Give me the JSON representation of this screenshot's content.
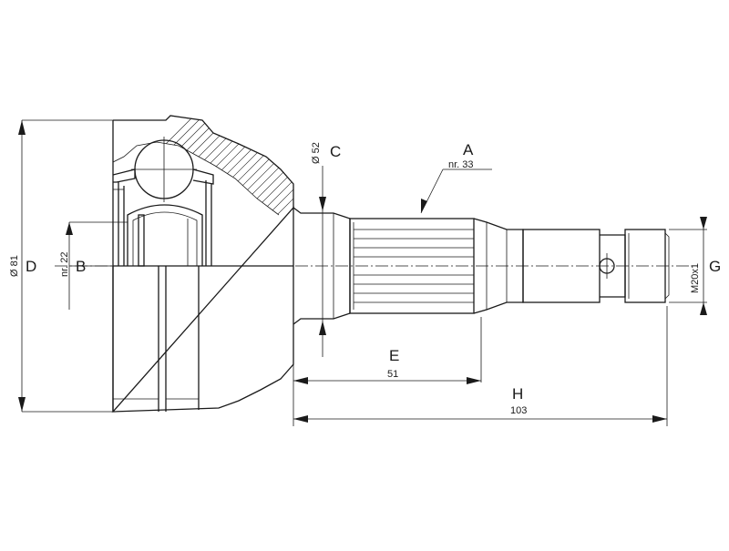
{
  "labels": {
    "A": "A",
    "A_sub": "nr. 33",
    "B": "B",
    "B_sub": "nr. 22",
    "C": "C",
    "C_sub": "Ø 52",
    "D": "D",
    "D_sub": "Ø 81",
    "E": "E",
    "E_value": "51",
    "G": "G",
    "G_sub": "M20x1",
    "H": "H",
    "H_value": "103"
  }
}
